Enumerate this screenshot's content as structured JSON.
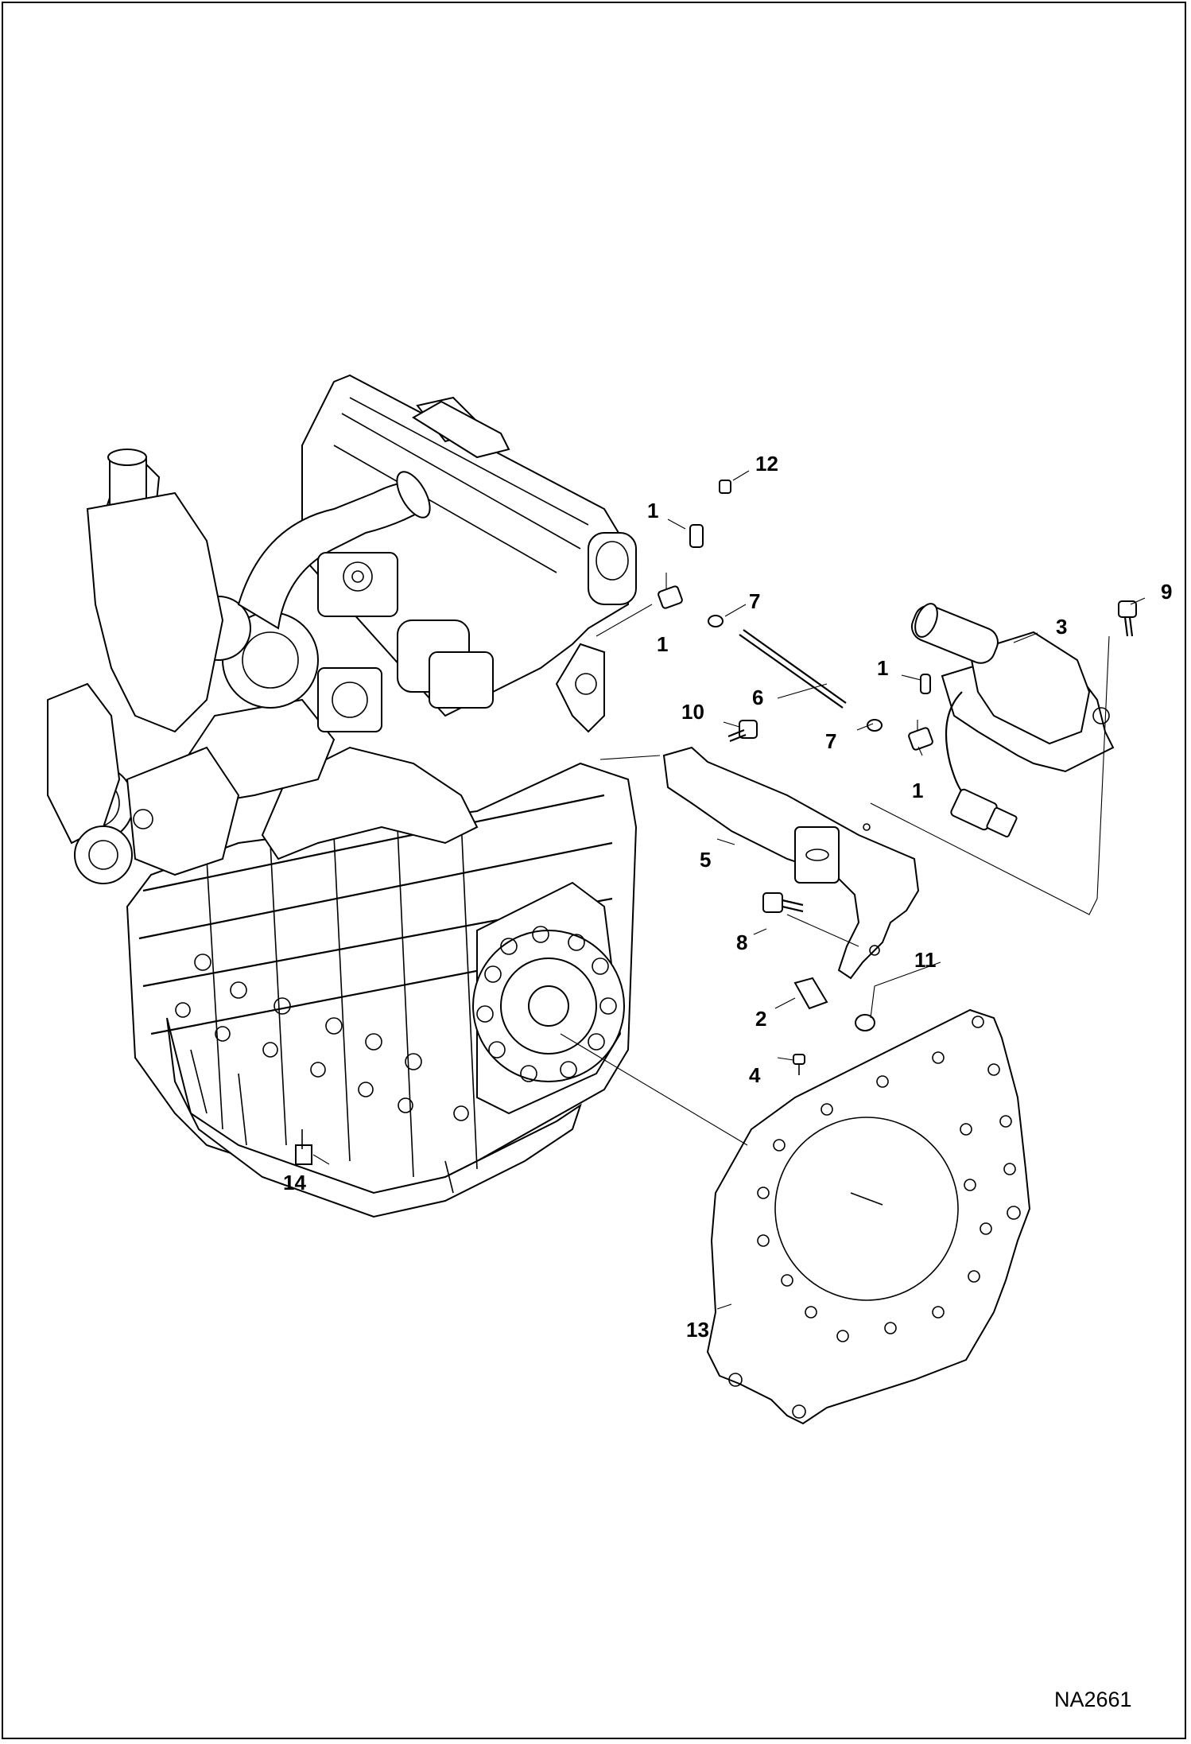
{
  "figure_id": "NA2661",
  "callouts": [
    {
      "id": "c12",
      "label": "12"
    },
    {
      "id": "c1a",
      "label": "1"
    },
    {
      "id": "c1b",
      "label": "1"
    },
    {
      "id": "c7a",
      "label": "7"
    },
    {
      "id": "c9",
      "label": "9"
    },
    {
      "id": "c3",
      "label": "3"
    },
    {
      "id": "c1c",
      "label": "1"
    },
    {
      "id": "c6",
      "label": "6"
    },
    {
      "id": "c10",
      "label": "10"
    },
    {
      "id": "c7b",
      "label": "7"
    },
    {
      "id": "c1d",
      "label": "1"
    },
    {
      "id": "c5",
      "label": "5"
    },
    {
      "id": "c8",
      "label": "8"
    },
    {
      "id": "c11",
      "label": "11"
    },
    {
      "id": "c2",
      "label": "2"
    },
    {
      "id": "c4",
      "label": "4"
    },
    {
      "id": "c14",
      "label": "14"
    },
    {
      "id": "c13",
      "label": "13"
    }
  ]
}
